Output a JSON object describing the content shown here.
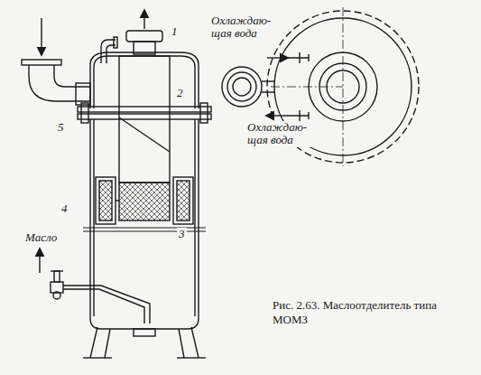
{
  "diagram": {
    "caption": "Рис. 2.63. Маслоотделитель типа МОМЗ",
    "labels": [
      "1",
      "2",
      "3",
      "4",
      "5",
      "Масло",
      "Охлаждаю- щая вода",
      "Охлаждаю- щая вода"
    ]
  }
}
